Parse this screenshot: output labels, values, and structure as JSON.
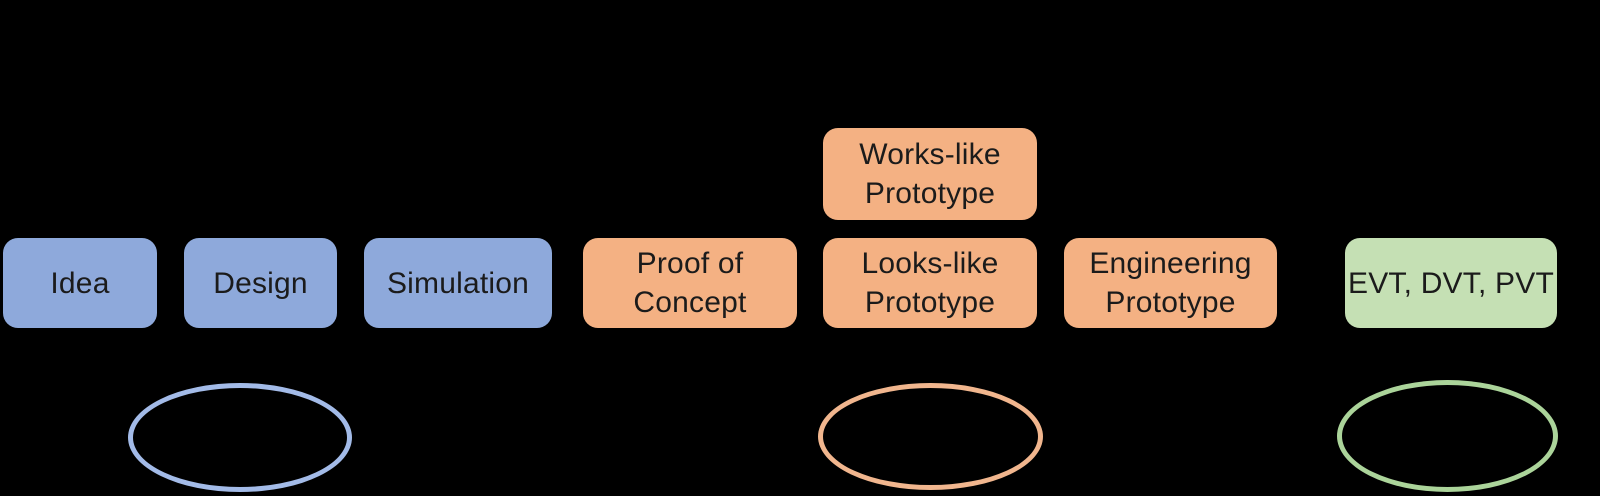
{
  "canvas": {
    "background": "#000000"
  },
  "colors": {
    "blue_fill": "#8EA9DB",
    "orange_fill": "#F4B183",
    "green_fill": "#C5E0B4",
    "blue_ellipse_stroke": "#A3BBE8",
    "orange_ellipse_stroke": "#F1B68E",
    "green_ellipse_stroke": "#ABD49A",
    "box_text": "#1B1B1B"
  },
  "diagram": {
    "stages": [
      {
        "label": "Idea",
        "group": "blue"
      },
      {
        "label": "Design",
        "group": "blue"
      },
      {
        "label": "Simulation",
        "group": "blue"
      },
      {
        "label": "Proof of\nConcept",
        "group": "orange"
      },
      {
        "label": "Works-like\nPrototype",
        "group": "orange"
      },
      {
        "label": "Looks-like\nPrototype",
        "group": "orange"
      },
      {
        "label": "Engineering\nPrototype",
        "group": "orange"
      },
      {
        "label": "EVT, DVT, PVT",
        "group": "green"
      }
    ],
    "ellipses": [
      {
        "group": "blue"
      },
      {
        "group": "orange"
      },
      {
        "group": "green"
      }
    ]
  }
}
